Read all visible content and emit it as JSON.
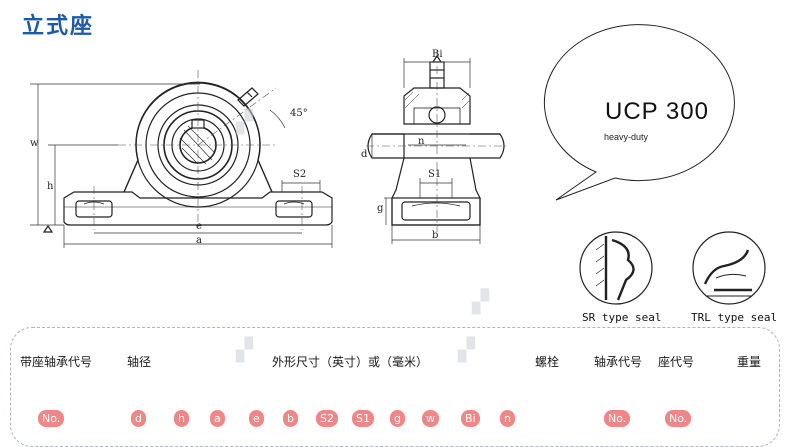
{
  "title": "立式座",
  "labels": {
    "w": "w",
    "h": "h",
    "e": "e",
    "a": "a",
    "s2": "S2",
    "angle": "45°",
    "bi": "Bi",
    "n": "n",
    "d": "d",
    "s1": "S1",
    "g": "g",
    "b": "b"
  },
  "bubble": {
    "title": "UCP 300",
    "subtitle": "heavy-duty"
  },
  "seals": {
    "sr": "SR type seal",
    "trl": "TRL type seal"
  },
  "table": {
    "headers": [
      "带座轴承代号",
      "轴径",
      "外形尺寸（英寸）或（毫米）",
      "螺栓",
      "轴承代号",
      "座代号",
      "重量"
    ],
    "row": [
      "No.",
      "d",
      "h",
      "a",
      "e",
      "b",
      "S2",
      "S1",
      "g",
      "w",
      "Bi",
      "n",
      "No.",
      "No."
    ]
  },
  "colors": {
    "title": "#1c5aa8",
    "cell": "#ef7d7d"
  }
}
